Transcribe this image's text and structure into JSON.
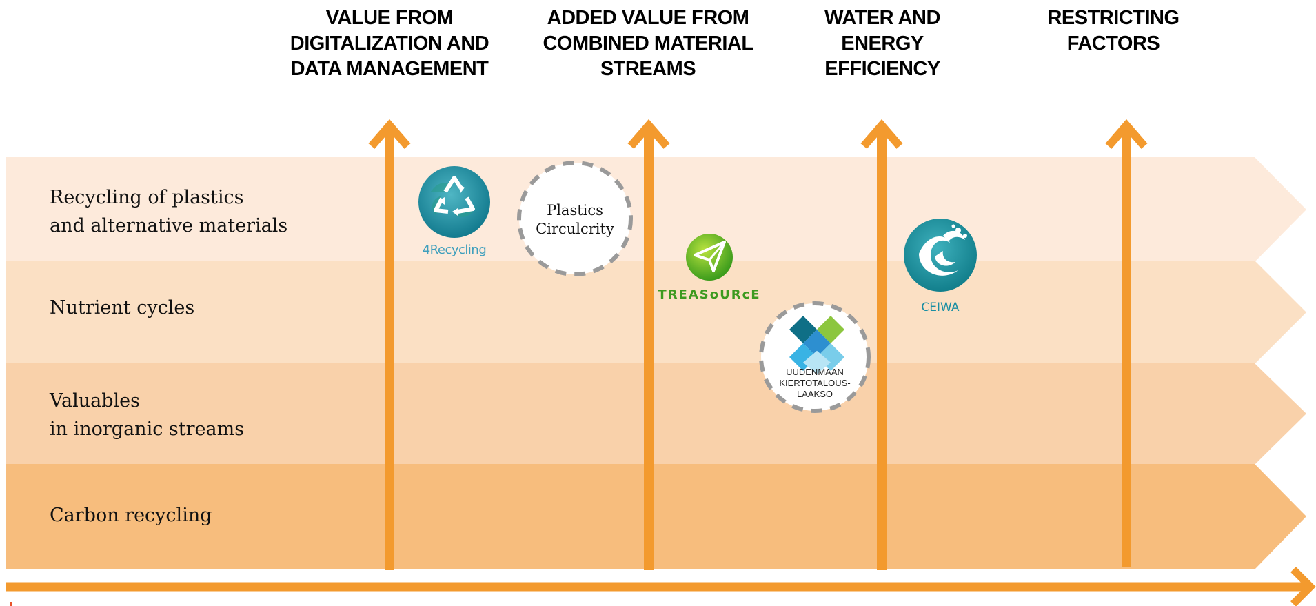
{
  "columns": [
    {
      "title": "VALUE FROM\nDIGITALIZATION AND\nDATA MANAGEMENT"
    },
    {
      "title": "ADDED VALUE FROM\nCOMBINED MATERIAL\nSTREAMS"
    },
    {
      "title": "WATER AND\nENERGY\nEFFICIENCY"
    },
    {
      "title": "RESTRICTING\nFACTORS"
    }
  ],
  "rows": [
    {
      "label": "Recycling of plastics\nand alternative materials",
      "color": "#fdeadb"
    },
    {
      "label": "Nutrient cycles",
      "color": "#fbe0c4"
    },
    {
      "label": "Valuables\nin inorganic streams",
      "color": "#f9d1aa"
    },
    {
      "label": "Carbon recycling",
      "color": "#f7bd7d"
    }
  ],
  "projects": {
    "recycling4": {
      "name": "4Recycling",
      "icon": "recycling-globe-icon"
    },
    "plastics": {
      "name": "Plastics\nCirculcrity"
    },
    "treasource": {
      "name": "TREASoURcE",
      "icon": "paper-plane-icon"
    },
    "ceiwa": {
      "name": "CEIWA",
      "icon": "water-wave-icon"
    },
    "uudenmaan": {
      "name": "UUDENMAAN\nKIERTOTALOUS-\nLAAKSO",
      "icon": "diamond-tiles-icon"
    }
  },
  "colors": {
    "arrow": "#f39a2e",
    "heading": "#000000",
    "teal": "#1a8ea3",
    "green": "#3d9a1f"
  }
}
